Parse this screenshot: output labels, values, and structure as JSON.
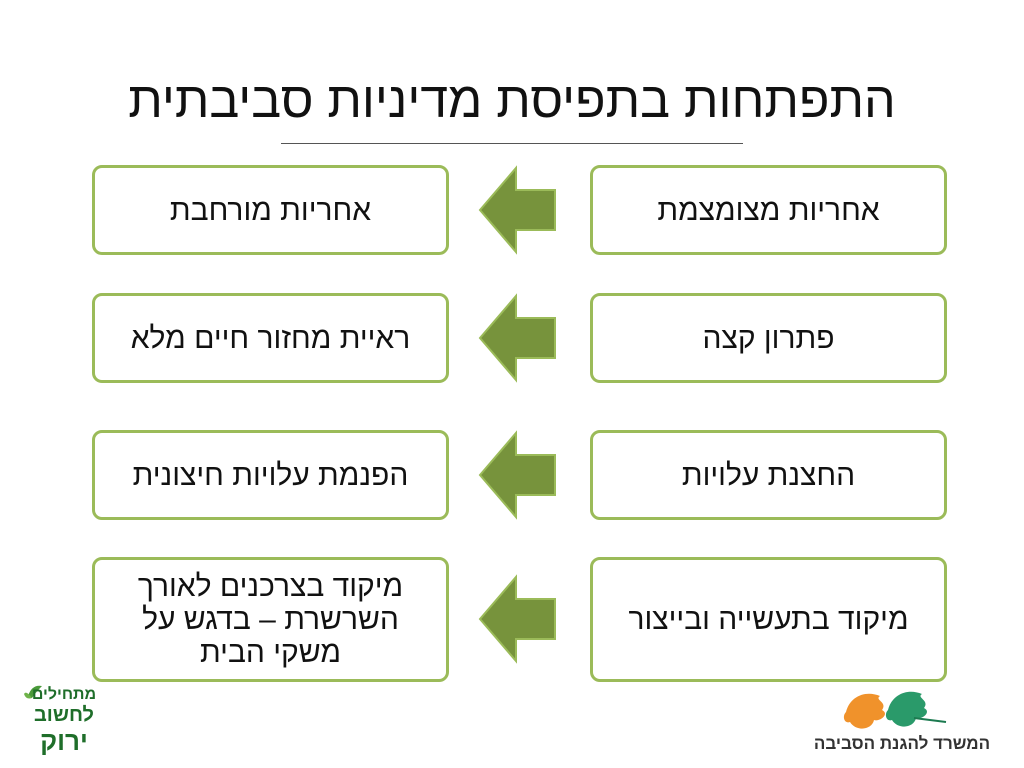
{
  "slide": {
    "title": "התפתחות בתפיסת מדיניות סביבתית"
  },
  "rows": [
    {
      "from": "אחריות מצומצמת",
      "to": "אחריות מורחבת"
    },
    {
      "from": "פתרון קצה",
      "to": "ראיית מחזור חיים מלא"
    },
    {
      "from": "החצנת עלויות",
      "to": "הפנמת עלויות חיצונית"
    },
    {
      "from": "מיקוד בתעשייה ובייצור",
      "to": "מיקוד בצרכנים לאורך השרשרת – בדגש על משקי הבית"
    }
  ],
  "logos": {
    "left": {
      "line1": "מתחילים",
      "line2": "לחשוב",
      "line3": "ירוק"
    },
    "right": {
      "caption": "המשרד להגנת הסביבה"
    }
  },
  "colors": {
    "box_border": "#9bbb59",
    "arrow_fill": "#77933c",
    "arrow_stroke": "#9bbb59"
  }
}
